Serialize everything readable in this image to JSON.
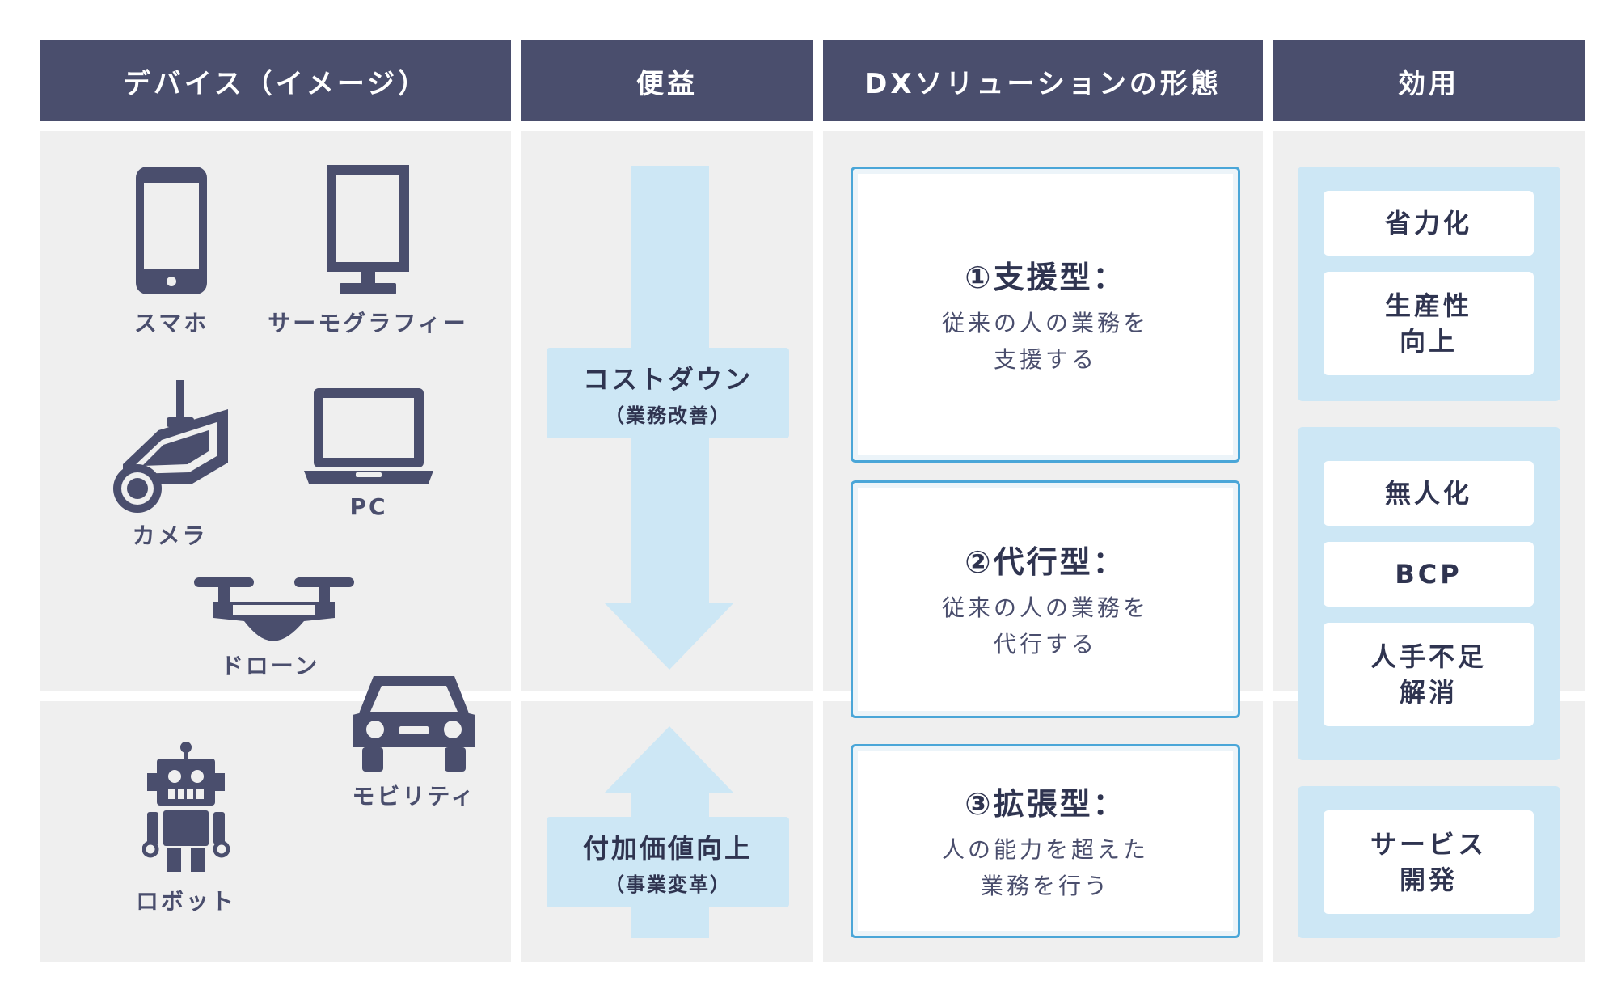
{
  "headers": {
    "device": "デバイス（イメージ）",
    "benefit": "便益",
    "dx_form": "DXソリューションの形態",
    "effect": "効用"
  },
  "devices": {
    "smartphone": "スマホ",
    "thermography": "サーモグラフィー",
    "camera": "カメラ",
    "pc": "PC",
    "drone": "ドローン",
    "mobility": "モビリティ",
    "robot": "ロボット"
  },
  "benefits": {
    "cost_down": {
      "main": "コストダウン",
      "sub": "（業務改善）"
    },
    "value_add": {
      "main": "付加価値向上",
      "sub": "（事業変革）"
    }
  },
  "dx_forms": [
    {
      "title": "①支援型：",
      "desc_line1": "従来の人の業務を",
      "desc_line2": "支援する"
    },
    {
      "title": "②代行型：",
      "desc_line1": "従来の人の業務を",
      "desc_line2": "代行する"
    },
    {
      "title": "③拡張型：",
      "desc_line1": "人の能力を超えた",
      "desc_line2": "業務を行う"
    }
  ],
  "effects": {
    "labor_saving": "省力化",
    "productivity_line1": "生産性",
    "productivity_line2": "向上",
    "unmanned": "無人化",
    "bcp": "BCP",
    "labor_shortage_line1": "人手不足",
    "labor_shortage_line2": "解消",
    "service_dev_line1": "サービス",
    "service_dev_line2": "開発"
  },
  "colors": {
    "header_bg": "#4a4e6d",
    "panel_bg": "#efefef",
    "arrow_fill": "#cde7f5",
    "box_border": "#4aa6d8",
    "icon_color": "#4a4e6d",
    "text_dark": "#2f3450"
  }
}
